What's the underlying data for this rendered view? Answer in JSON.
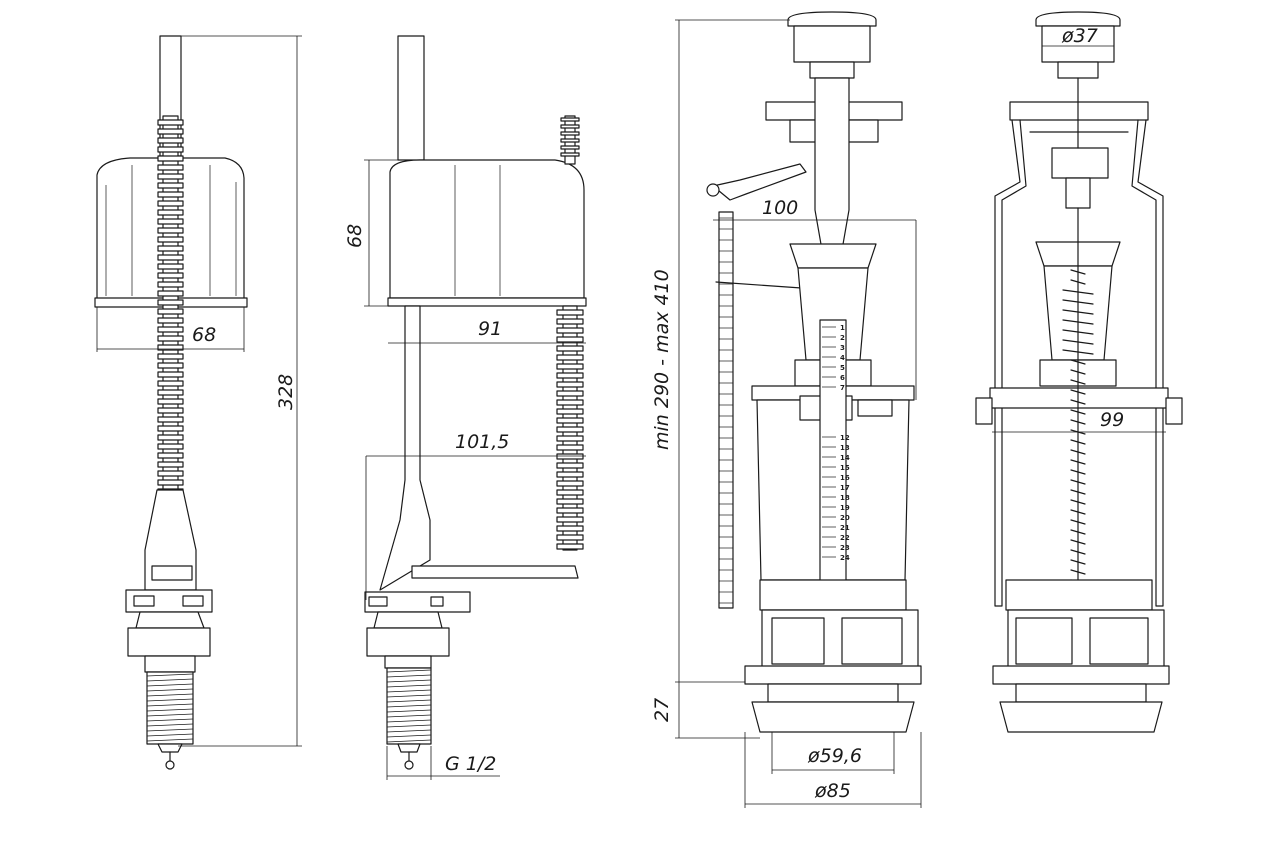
{
  "dimensions": {
    "fill_float_width": "68",
    "fill_total_height": "328",
    "fill_float_height": "68",
    "fill_arm_91": "91",
    "fill_arm_101": "101,5",
    "fill_thread": "G 1/2",
    "flush_lever": "100",
    "flush_height_range": "min 290 - max 410",
    "flush_base_height": "27",
    "flush_inner_diameter": "ø59,6",
    "flush_outer_diameter": "ø85",
    "flush_button_diameter": "ø37",
    "flush_body_width": "99"
  },
  "scale_marks": [
    "1",
    "2",
    "3",
    "4",
    "5",
    "6",
    "7",
    "12",
    "13",
    "14",
    "15",
    "16",
    "17",
    "18",
    "19",
    "20",
    "21",
    "22",
    "23",
    "24"
  ]
}
